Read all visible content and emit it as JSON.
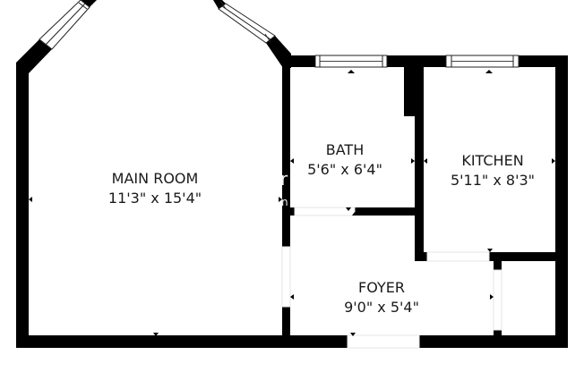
{
  "plan": {
    "colors": {
      "wall": "#000000",
      "background": "#ffffff",
      "window_frame": "#333333",
      "text": "#1a1a1a"
    },
    "rooms": [
      {
        "id": "main-room",
        "name": "MAIN ROOM",
        "dimensions": "11'3\" x 15'4\""
      },
      {
        "id": "bath",
        "name": "BATH",
        "dimensions": "5'6\" x 6'4\""
      },
      {
        "id": "kitchen",
        "name": "KITCHEN",
        "dimensions": "5'11\" x 8'3\""
      },
      {
        "id": "foyer",
        "name": "FOYER",
        "dimensions": "9'0\" x 5'4\""
      }
    ],
    "watermark_fragments": [
      "r",
      "n"
    ]
  }
}
